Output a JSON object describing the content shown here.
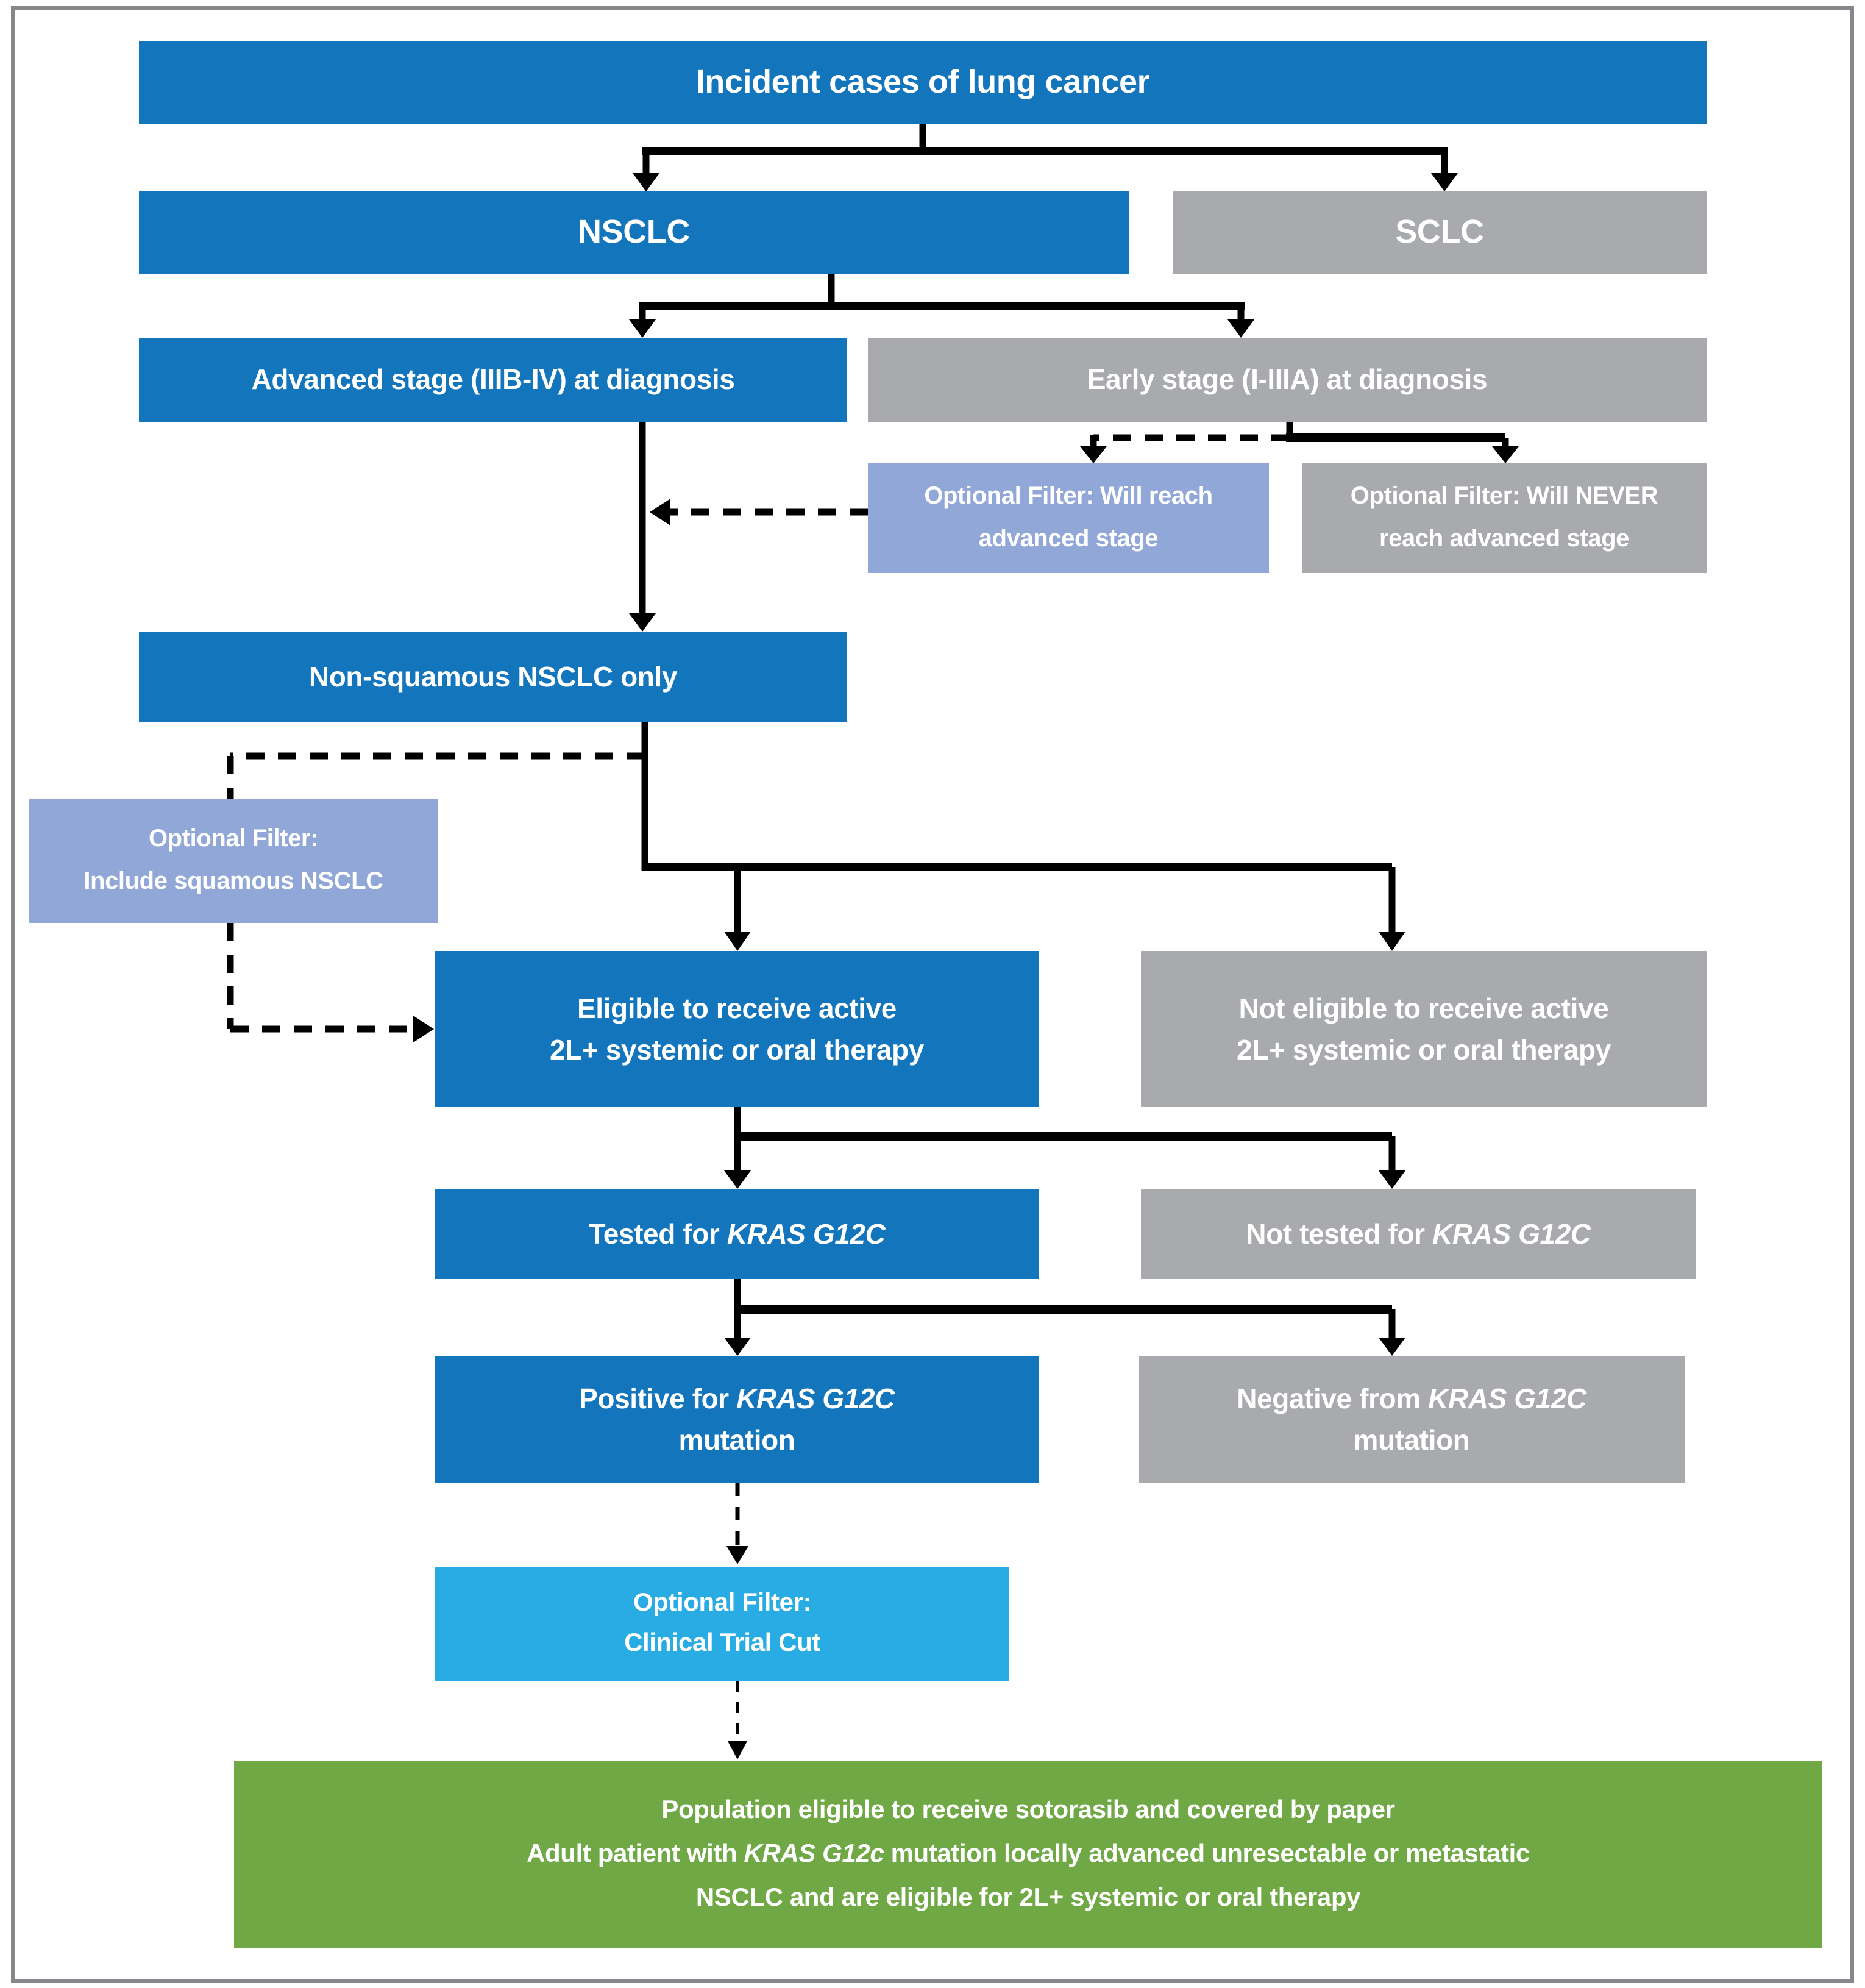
{
  "diagram": {
    "type": "flowchart",
    "topic": "Lung cancer patient selection flow for sotorasib-eligible population"
  },
  "boxes": {
    "incident": {
      "label": "Incident cases of lung cancer"
    },
    "nsclc": {
      "label": "NSCLC"
    },
    "sclc": {
      "label": "SCLC"
    },
    "advanced": {
      "label": "Advanced stage (IIIB-IV) at diagnosis"
    },
    "early": {
      "label": "Early stage (I-IIIA) at diagnosis"
    },
    "filter_reach": {
      "line1": "Optional Filter: Will reach",
      "line2": "advanced stage"
    },
    "filter_never": {
      "line1": "Optional Filter: Will NEVER",
      "line2": "reach advanced stage"
    },
    "nonsquamous": {
      "label": "Non-squamous NSCLC only"
    },
    "filter_squamous": {
      "line1": "Optional Filter:",
      "line2": "Include squamous NSCLC"
    },
    "eligible": {
      "line1": "Eligible to receive active",
      "line2": "2L+ systemic or oral therapy"
    },
    "not_eligible": {
      "line1": "Not eligible to receive active",
      "line2": "2L+ systemic or oral therapy"
    },
    "tested": {
      "prefix": "Tested for ",
      "gene": "KRAS G12C"
    },
    "not_tested": {
      "prefix": "Not tested for ",
      "gene": "KRAS G12C"
    },
    "positive": {
      "prefix": "Positive for ",
      "gene": "KRAS G12C",
      "line2": "mutation"
    },
    "negative": {
      "prefix": "Negative from ",
      "gene": "KRAS G12C",
      "line2": "mutation"
    },
    "filter_trial": {
      "line1": "Optional Filter:",
      "line2": "Clinical Trial Cut"
    },
    "population": {
      "line1": "Population eligible to receive sotorasib and covered by paper",
      "line2_prefix": "Adult patient with ",
      "line2_gene": "KRAS G12c",
      "line2_suffix": " mutation locally advanced unresectable or metastatic",
      "line3": "NSCLC and are eligible for 2L+ systemic or oral therapy"
    }
  },
  "edges": [
    {
      "from": "incident",
      "to": "nsclc",
      "style": "solid"
    },
    {
      "from": "incident",
      "to": "sclc",
      "style": "solid"
    },
    {
      "from": "nsclc",
      "to": "advanced",
      "style": "solid"
    },
    {
      "from": "nsclc",
      "to": "early",
      "style": "solid"
    },
    {
      "from": "early",
      "to": "filter_reach",
      "style": "dashed"
    },
    {
      "from": "early",
      "to": "filter_never",
      "style": "solid"
    },
    {
      "from": "filter_reach",
      "to": "advanced-path",
      "style": "dashed"
    },
    {
      "from": "advanced",
      "to": "nonsquamous",
      "style": "solid"
    },
    {
      "from": "nonsquamous",
      "to": "eligible",
      "style": "solid"
    },
    {
      "from": "nonsquamous",
      "to": "not_eligible",
      "style": "solid"
    },
    {
      "from": "nonsquamous",
      "to": "filter_squamous",
      "style": "dashed"
    },
    {
      "from": "filter_squamous",
      "to": "eligible",
      "style": "dashed"
    },
    {
      "from": "eligible",
      "to": "tested",
      "style": "solid"
    },
    {
      "from": "eligible",
      "to": "not_tested",
      "style": "solid"
    },
    {
      "from": "tested",
      "to": "positive",
      "style": "solid"
    },
    {
      "from": "tested",
      "to": "negative",
      "style": "solid"
    },
    {
      "from": "positive",
      "to": "filter_trial",
      "style": "dashed"
    },
    {
      "from": "filter_trial",
      "to": "population",
      "style": "dashed"
    }
  ],
  "colors": {
    "primary_blue": "#1376BD",
    "gray": "#A8AAAD",
    "periwinkle": "#90A7D8",
    "cyan": "#29ACE3",
    "green": "#6FA845",
    "arrow_black": "#000000",
    "frame_gray": "#85878A",
    "text_white": "#FFFFFF"
  }
}
